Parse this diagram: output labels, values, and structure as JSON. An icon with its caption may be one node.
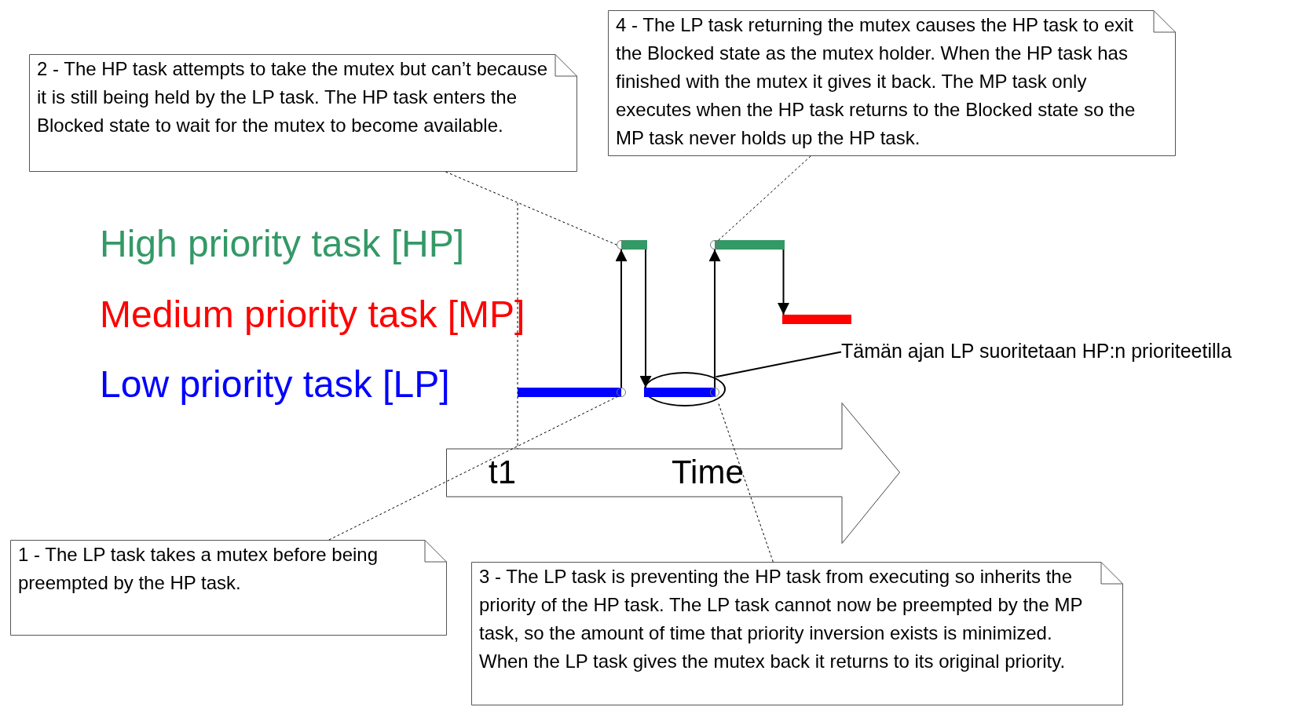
{
  "diagram": {
    "nodes": [
      {
        "text": [
          "2 - The HP task attempts to take the mutex but can’t because it is still being held by the LP task.  The HP task enters the Blocked state to wait for the mutex to become available."
        ]
      },
      {
        "text": [
          "4 - The LP task returning the mutex causes the HP task to exit the Blocked state as the mutex holder.  When the HP task has finished with the mutex it gives it back.  The MP task only executes when the HP task returns to the Blocked state so the MP task never holds up the HP task."
        ]
      },
      {
        "text": [],
        "shape": "circle"
      },
      {
        "text": [],
        "shape": "bar"
      },
      {
        "text": [],
        "shape": "circle"
      },
      {
        "text": [],
        "shape": "bar"
      },
      {
        "text": [],
        "shape": "bar"
      },
      {
        "text": [
          "Tämän ajan LP suoritetaan HP:n prioriteetilla"
        ]
      },
      {
        "text": [],
        "shape": "bar"
      },
      {
        "text": [],
        "shape": "circle"
      },
      {
        "text": [],
        "shape": "bar",
        "in": 12
      },
      {
        "text": [],
        "shape": "circle",
        "in": 12
      },
      {
        "text": [],
        "shape": "ellipse"
      },
      {
        "text": [
          "t1",
          "Time"
        ]
      },
      {
        "text": [
          "1 - The LP task takes a mutex before being preempted by the HP task."
        ]
      },
      {
        "text": [
          "3 - The LP task is preventing the HP task from executing so inherits the priority of the HP task.  The LP task cannot now be preempted by the MP task, so the amount of time that priority inversion exists is minimized.  When the LP task gives the mutex back it returns to its original priority."
        ]
      }
    ],
    "edges": [
      {
        "from": 0,
        "to": 2,
        "arrow": "none",
        "style": "dashed"
      },
      {
        "from": 1,
        "to": 4,
        "arrow": "none",
        "style": "dashed"
      },
      {
        "from": 14,
        "to": 9,
        "arrow": "none",
        "style": "dashed"
      },
      {
        "from": 15,
        "to": 12,
        "arrow": "none",
        "style": "dashed"
      },
      {
        "from": 7,
        "to": 12,
        "arrow": "none"
      },
      {
        "from": 9,
        "to": 2,
        "arrow": "to"
      },
      {
        "from": 3,
        "to": 10,
        "arrow": "to"
      },
      {
        "from": 11,
        "to": 4,
        "arrow": "to"
      },
      {
        "from": 5,
        "to": 6,
        "arrow": "to"
      },
      {
        "from": null,
        "to": 13,
        "arrow": "none",
        "style": "dashed"
      }
    ],
    "labels": [
      "High priority task [HP]",
      "Medium priority task [MP]",
      "Low priority task [LP]"
    ]
  }
}
